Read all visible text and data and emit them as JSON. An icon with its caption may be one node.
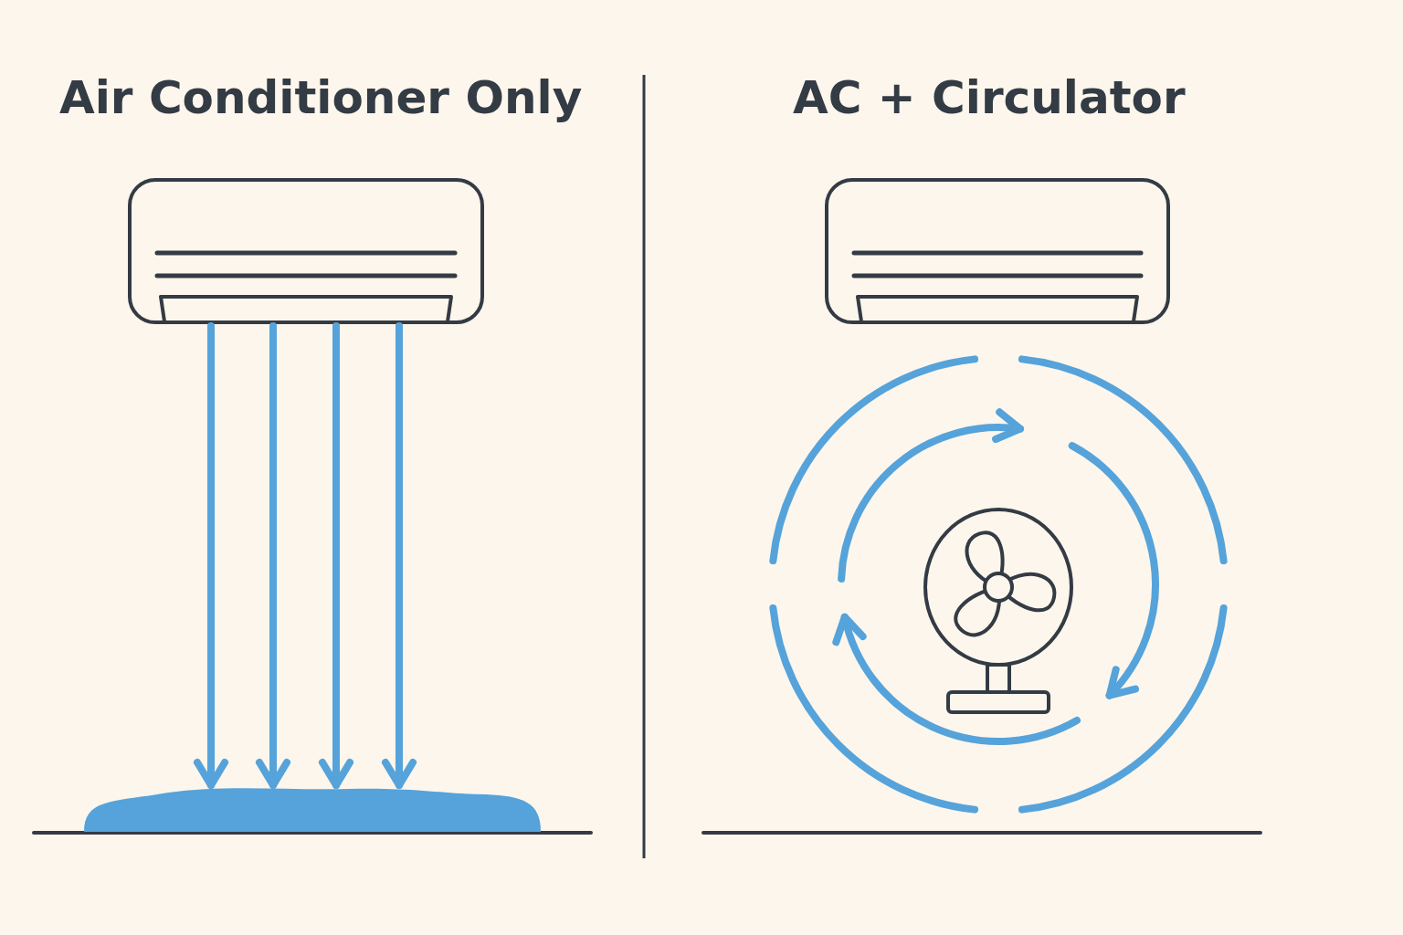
{
  "diagram": {
    "nodes": [
      {
        "text": [],
        "shape": "picture"
      },
      {
        "text": [],
        "shape": "puddle"
      },
      {
        "text": [],
        "shape": "picture"
      },
      {
        "text": [],
        "shape": "picture"
      }
    ],
    "edges": [
      {
        "from": 0,
        "to": 1,
        "arrow": "to"
      },
      {
        "from": 0,
        "to": 1,
        "arrow": "to"
      },
      {
        "from": 0,
        "to": 1,
        "arrow": "to"
      },
      {
        "from": 0,
        "to": 1,
        "arrow": "to"
      }
    ],
    "labels": [
      "Air Conditioner Only",
      "AC + Circulator"
    ]
  }
}
